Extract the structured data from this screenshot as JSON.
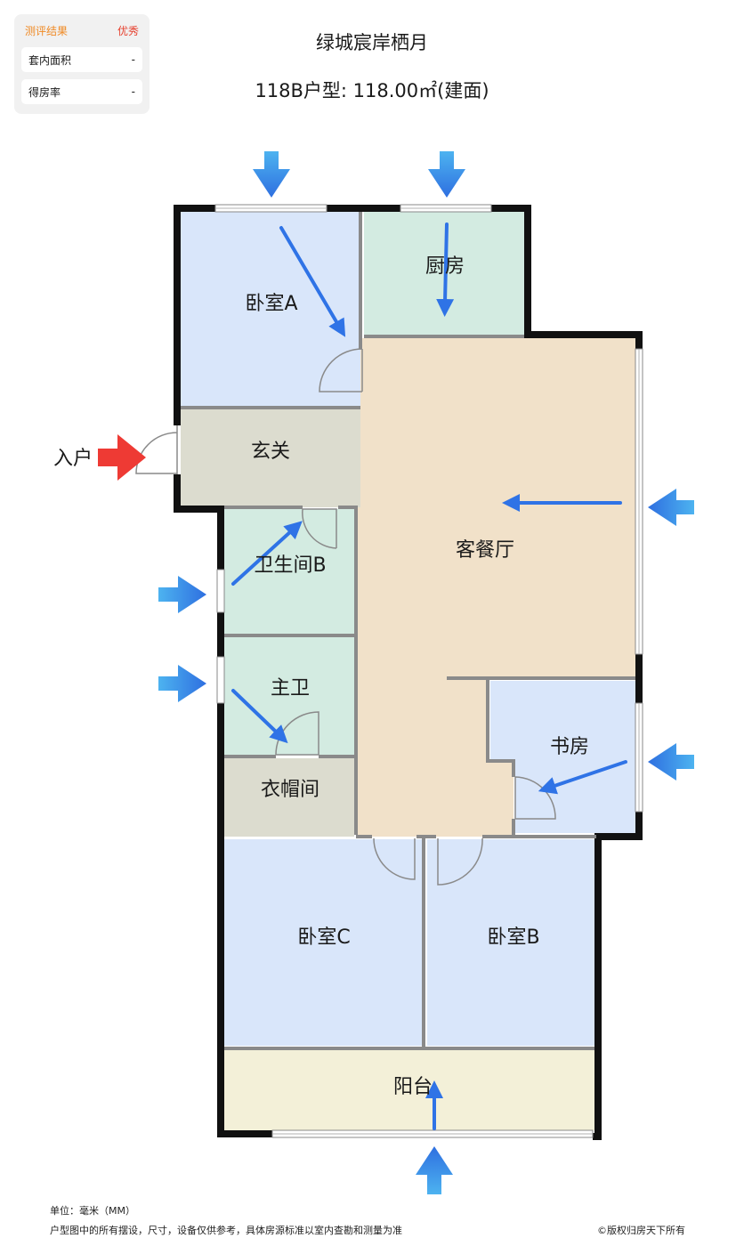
{
  "evaluation": {
    "label": "测评结果",
    "grade": "优秀",
    "rows": [
      {
        "name": "套内面积",
        "value": "-"
      },
      {
        "name": "得房率",
        "value": "-"
      }
    ]
  },
  "header": {
    "project": "绿城宸岸栖月",
    "layout_prefix": "118B户型: 118.00㎡",
    "layout_suffix": "(建面)"
  },
  "rooms": {
    "bedroom_a": "卧室A",
    "kitchen": "厨房",
    "foyer": "玄关",
    "living_dining": "客餐厅",
    "bathroom_b": "卫生间B",
    "master_bath": "主卫",
    "study": "书房",
    "cloakroom": "衣帽间",
    "bedroom_c": "卧室C",
    "bedroom_b": "卧室B",
    "balcony": "阳台"
  },
  "entrance_label": "入户",
  "colors": {
    "bedroom": "#d9e6fa",
    "wet_area": "#d3ebe1",
    "living": "#f1e1c9",
    "foyer": "#dcdccf",
    "balcony": "#f3f0d8",
    "wall": "#111111",
    "partition": "#8a8a8a",
    "airflow": "#2f73e6",
    "entry": "#ee3a34"
  },
  "footer": {
    "unit": "单位：毫米（MM）",
    "disclaimer": "户型图中的所有摆设，尺寸，设备仅供参考，具体房源标准以室内查勘和测量为准",
    "copyright": "©版权归房天下所有"
  }
}
